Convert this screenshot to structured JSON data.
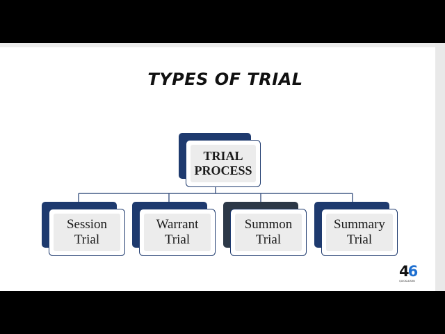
{
  "title": "TYPES OF TRIAL",
  "root": {
    "label": "TRIAL\nPROCESS"
  },
  "children": [
    {
      "label": "Session\nTrial"
    },
    {
      "label": "Warrant\nTrial"
    },
    {
      "label": "Summon\nTrial"
    },
    {
      "label": "Summary\nTrial"
    }
  ],
  "logo": {
    "digit_a": "4",
    "digit_b": "6",
    "caption": "QUICKLEARN"
  },
  "colors": {
    "accent": "#1e3a6e",
    "accent_dark": "#2c3847",
    "node_fill": "#ececec",
    "background": "#ffffff"
  }
}
